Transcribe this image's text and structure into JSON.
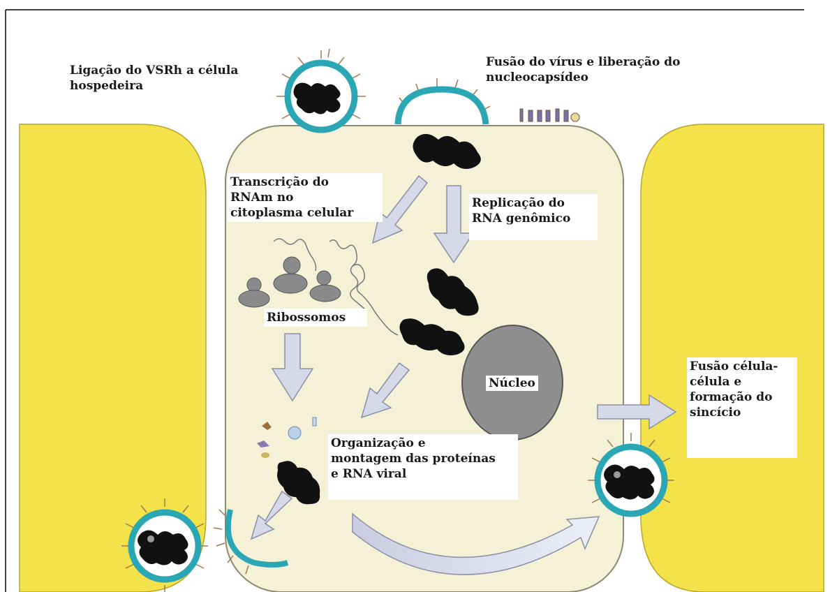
{
  "diagram": {
    "labels": {
      "binding": [
        "Ligação do VSRh a célula",
        "hospedeira"
      ],
      "fusion_release": [
        "Fusão do vírus e liberação do",
        "nucleocapsídeo"
      ],
      "transcription": [
        "Transcrição do",
        "RNAm no",
        "citoplasma celular"
      ],
      "replication": [
        "Replicação do",
        "RNA genômico"
      ],
      "ribosomes": "Ribossomos",
      "nucleus": "Núcleo",
      "cell_fusion": [
        "Fusão célula-",
        "célula e",
        "formação do",
        "sincício"
      ],
      "assembly": [
        "Organização e",
        "montagem das proteínas",
        "e RNA viral"
      ]
    },
    "colors": {
      "neighbor_cell": "#f3e24a",
      "host_cell": "#f4f1d6",
      "arrow_fill": "#d6d9e8",
      "nucleus": "#8f8f8f",
      "virus_envelope": "#2aa6b4",
      "nucleocapsid": "#111111",
      "ribosome": "#8a8a8a"
    }
  }
}
